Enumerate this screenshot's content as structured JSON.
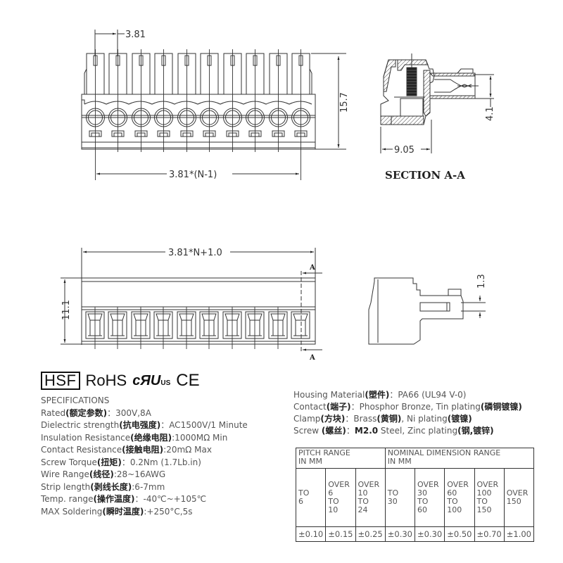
{
  "drawing": {
    "top_view": {
      "pitch_label": "3.81",
      "height_label": "15.7",
      "span_label": "3.81*(N-1)",
      "pin_count": 10
    },
    "section_view": {
      "width_label": "9.05",
      "offset_label": "4.1",
      "title": "SECTION A-A"
    },
    "front_view": {
      "length_label": "3.81*N+1.0",
      "height_label": "11.1",
      "section_marker": "A"
    },
    "side_view": {
      "offset_label": "1.3"
    }
  },
  "certifications": {
    "hsf": "HSF",
    "rohs": "RoHS",
    "ul_mark": "cЯU",
    "ul_suffix": "US",
    "ce": "CE"
  },
  "specifications": {
    "title": "SPECIFICATIONS",
    "items": [
      {
        "label": "Rated",
        "cn": "(额定参数)",
        "value": "：300V,8A"
      },
      {
        "label": "Dielectric strength",
        "cn": "(抗电强度)",
        "value": "：AC1500V/1 Minute"
      },
      {
        "label": "Insulation Resistance",
        "cn": "(绝缘电阻)",
        "value": ":1000MΩ Min"
      },
      {
        "label": "Contact Resistance",
        "cn": "(接触电阻)",
        "value": ":20mΩ Max"
      },
      {
        "label": "Screw Torque",
        "cn": "(扭矩)",
        "value": "：0.2Nm (1.7Lb.in)"
      },
      {
        "label": "Wire Range",
        "cn": "(线径)",
        "value": ":28~16AWG"
      },
      {
        "label": "Strip length",
        "cn": "(剥线长度)",
        "value": ":6-7mm"
      },
      {
        "label": "Temp. range",
        "cn": "(操作温度)",
        "value": "：-40℃~+105℃"
      },
      {
        "label": "MAX Soldering",
        "cn": "(瞬时温度)",
        "value": ":+250°C,5s"
      }
    ]
  },
  "materials": {
    "items": [
      {
        "label": "Housing Material",
        "cn": "(塑件)",
        "value": "：PA66 (UL94 V-0)"
      },
      {
        "label": "Contact",
        "cn": "(端子)",
        "value": "：Phosphor Bronze, Tin plating",
        "cn2": "(磷铜镀镍)"
      },
      {
        "label": "Clamp",
        "cn": "(方块)",
        "value": "：Brass",
        "cn2": "(黄铜)",
        "value2": ", Ni plating",
        "cn3": "(镀镍)"
      },
      {
        "label": "Screw ",
        "cn": "(螺丝)",
        "value": "：",
        "bold": "M2.0",
        "value2": " Steel, Zinc plating",
        "cn2": "(钢,镀锌)"
      }
    ]
  },
  "tolerance_table": {
    "pitch_header": [
      "PITCH RANGE",
      "IN MM"
    ],
    "nominal_header": [
      "NOMINAL DIMENSION RANGE",
      "IN MM"
    ],
    "ranges": [
      [
        "TO",
        "6"
      ],
      [
        "OVER",
        "6",
        "TO",
        "10"
      ],
      [
        "OVER",
        "10",
        "TO",
        "24"
      ],
      [
        "TO",
        "30"
      ],
      [
        "OVER",
        "30",
        "TO",
        "60"
      ],
      [
        "OVER",
        "60",
        "TO",
        "100"
      ],
      [
        "OVER",
        "100",
        "TO",
        "150"
      ],
      [
        "OVER",
        "150"
      ]
    ],
    "values": [
      "±0.10",
      "±0.15",
      "±0.25",
      "±0.30",
      "±0.30",
      "±0.50",
      "±0.70",
      "±1.00"
    ]
  }
}
